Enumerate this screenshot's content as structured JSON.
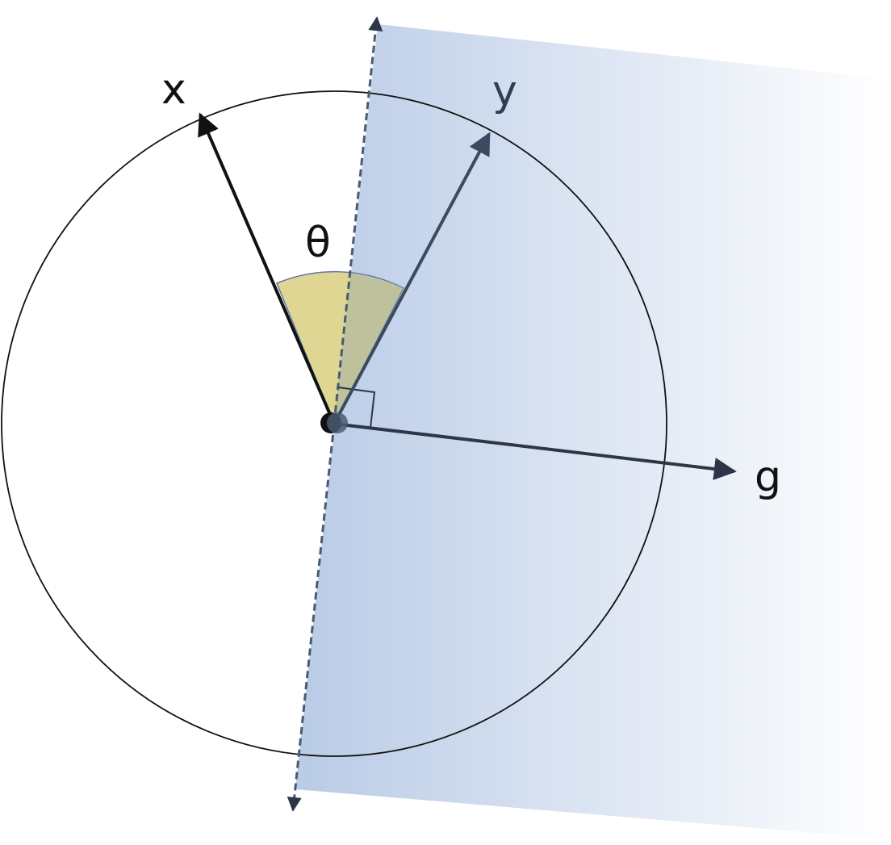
{
  "labels": {
    "x": "x",
    "y": "y",
    "g": "g",
    "theta": "θ"
  },
  "colors": {
    "circle": "#111111",
    "x_vector": "#111111",
    "y_vector": "#3b4a5e",
    "g_vector": "#2c3646",
    "half_plane_start": "#b9cbe6",
    "half_plane_end": "#ffffff",
    "angle_sector": "#d8cf7f",
    "angle_sector_overlap": "#a9b7a8",
    "boundary_line": "#4a5a72",
    "right_angle_marker": "#2c3646"
  }
}
